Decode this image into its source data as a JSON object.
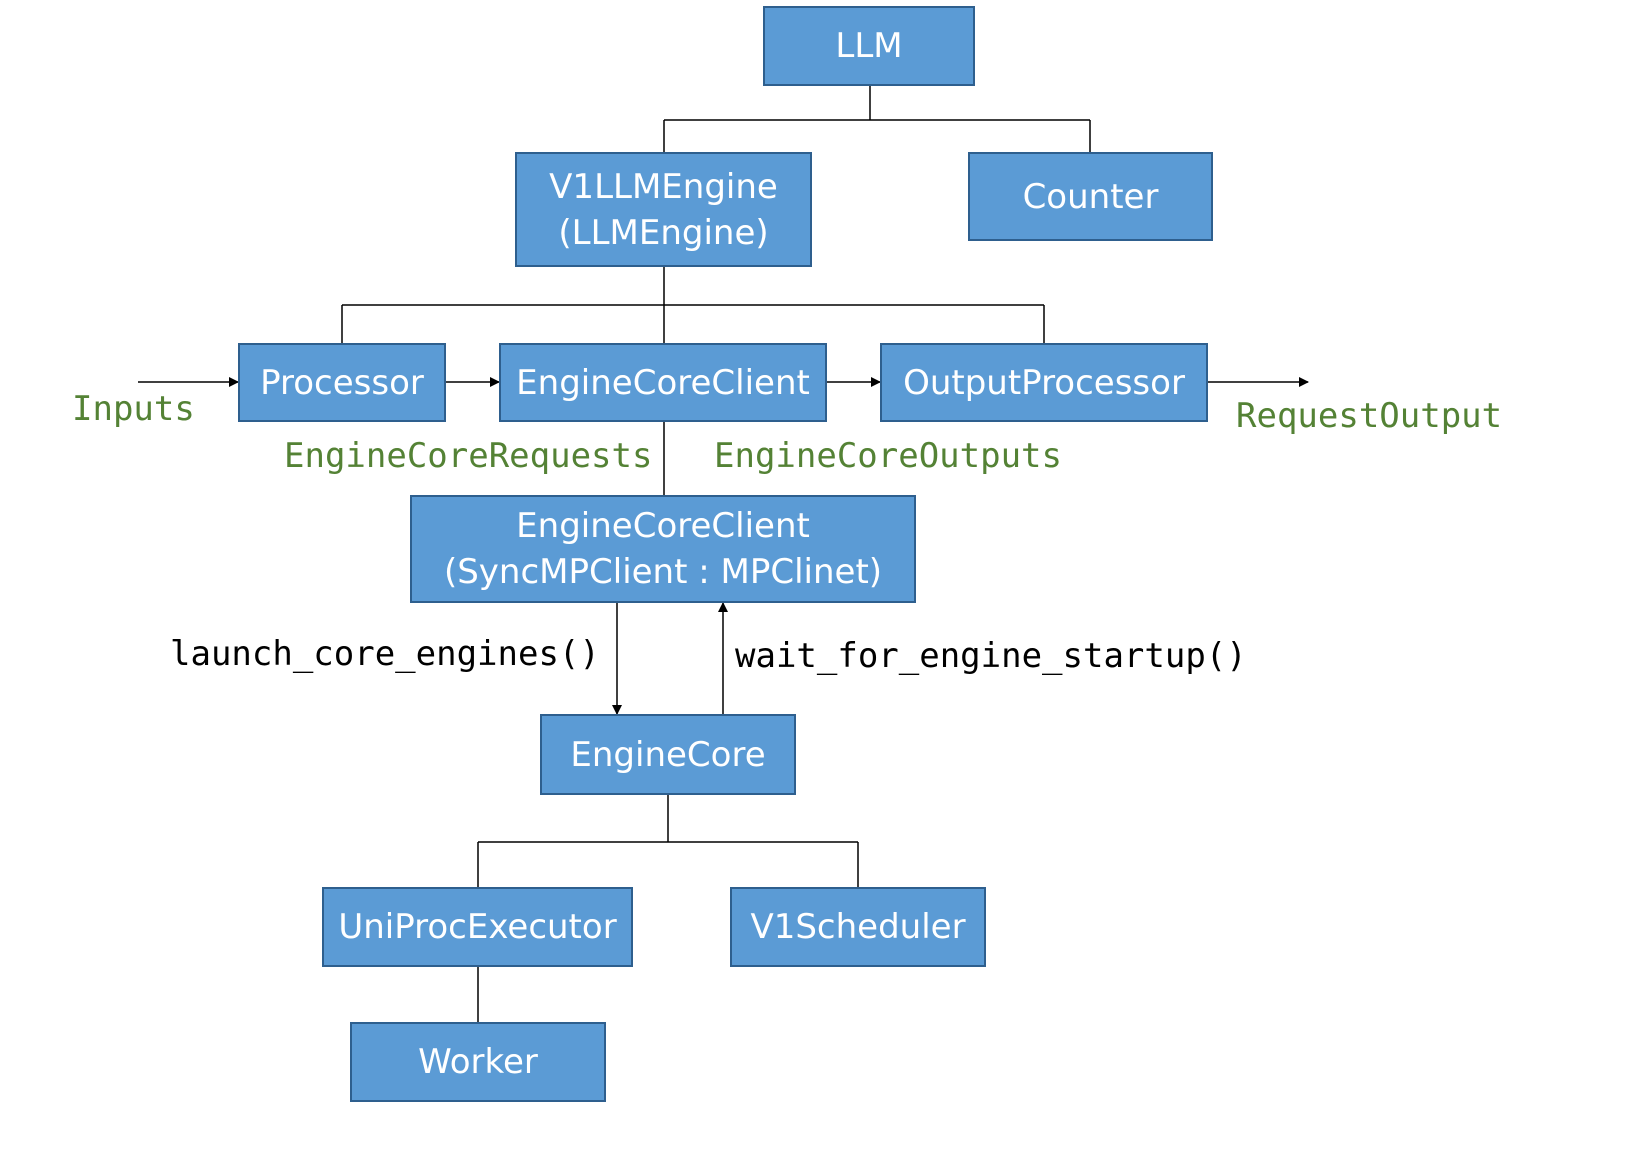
{
  "nodes": {
    "llm": "LLM",
    "v1llmengine": "V1LLMEngine",
    "v1llmengine_sub": "(LLMEngine)",
    "counter": "Counter",
    "processor": "Processor",
    "enginecoreclient": "EngineCoreClient",
    "outputprocessor": "OutputProcessor",
    "enginecoreclient_mp": "EngineCoreClient",
    "enginecoreclient_mp_sub": "(SyncMPClient : MPClinet)",
    "enginecore": "EngineCore",
    "uniprocexecutor": "UniProcExecutor",
    "v1scheduler": "V1Scheduler",
    "worker": "Worker"
  },
  "labels": {
    "inputs": "Inputs",
    "request_output": "RequestOutput",
    "engine_core_requests": "EngineCoreRequests",
    "engine_core_outputs": "EngineCoreOutputs",
    "launch_core_engines": "launch_core_engines()",
    "wait_for_engine_startup": "wait_for_engine_startup()"
  },
  "colors": {
    "box_fill": "#5b9bd5",
    "box_border": "#2e5f8e",
    "box_text": "#ffffff",
    "data_label": "#548235",
    "call_label": "#000000",
    "connector": "#000000"
  }
}
